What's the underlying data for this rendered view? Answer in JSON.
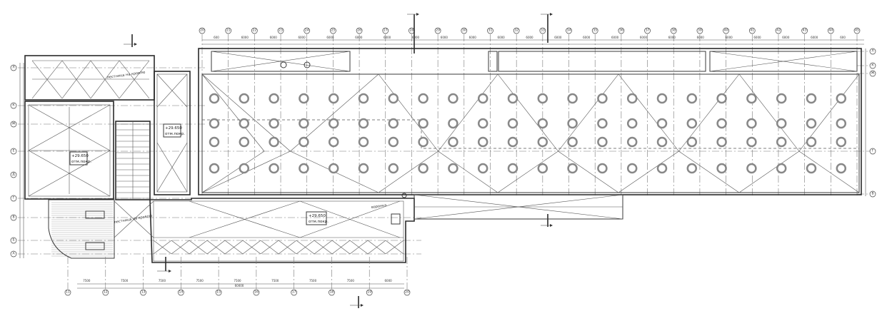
{
  "drawing": {
    "type": "roof-plan",
    "level_tags": [
      {
        "value": "+29.650",
        "sub": "отм.покр."
      },
      {
        "value": "+29.650",
        "sub": "отм.покр."
      },
      {
        "value": "+29.650",
        "sub": "отм.покр."
      }
    ],
    "axes_top": [
      "20",
      "21",
      "22",
      "23",
      "24",
      "25",
      "26",
      "27",
      "28",
      "29",
      "30",
      "31",
      "32",
      "33",
      "34",
      "35",
      "36",
      "37",
      "38",
      "39",
      "40",
      "41",
      "42",
      "43",
      "44",
      "45"
    ],
    "axes_bottom": [
      "11",
      "12",
      "13",
      "14",
      "15",
      "16",
      "17",
      "18",
      "19",
      "20"
    ],
    "axes_left": [
      "Л",
      "К",
      "Ж",
      "Е",
      "Д",
      "Г",
      "В",
      "Б",
      "А"
    ],
    "axes_right": [
      "Л",
      "К",
      "Ж",
      "Г",
      "В"
    ],
    "dims_top": [
      "600",
      "6000",
      "6000",
      "6000",
      "6000",
      "6000",
      "6000",
      "6000",
      "6000",
      "6000",
      "6000",
      "6000",
      "6000",
      "6000",
      "6000",
      "6000",
      "6000",
      "6000",
      "6000",
      "6000",
      "6000",
      "6000",
      "600"
    ],
    "dims_bottom": [
      "7500",
      "7500",
      "7500",
      "7500",
      "7500",
      "7500",
      "7500",
      "7500",
      "6000"
    ],
    "total_bottom": "60000",
    "notes": [
      "лестница на кровлю",
      "воронка",
      "лестница на кровлю"
    ]
  }
}
